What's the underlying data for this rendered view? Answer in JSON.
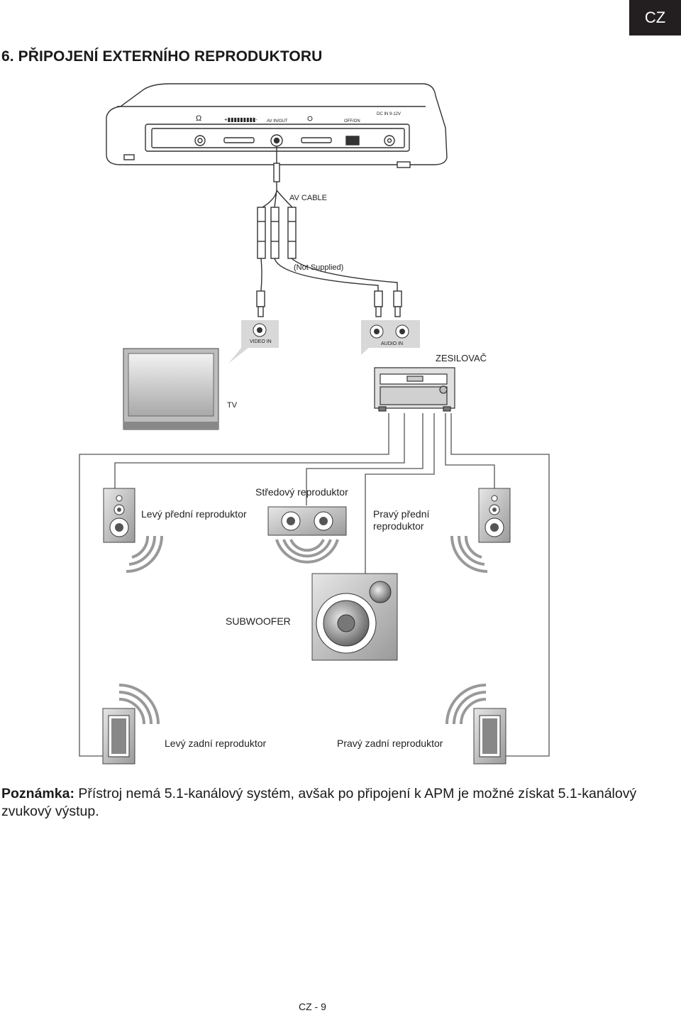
{
  "header": {
    "language_tab": "CZ",
    "title": "6. PŘIPOJENÍ EXTERNÍHO REPRODUKTORU"
  },
  "device_panel": {
    "headphone_symbol": "Ω",
    "volume_label": "+▮▮▮▮▮▮▮▮▮-",
    "av_label": "AV IN/OUT",
    "dc_label": "DC IN 9-12V",
    "switch_label": "OFF/ON"
  },
  "diagram_labels": {
    "av_cable": "AV CABLE",
    "not_supplied": "(Not Supplied)",
    "video_in": "VIDEO IN",
    "audio_in": "AUDIO IN",
    "amplifier": "ZESILOVAČ",
    "tv": "TV",
    "center_speaker": "Středový reproduktor",
    "front_left": "Levý přední reproduktor",
    "front_right_line1": "Pravý přední",
    "front_right_line2": "reproduktor",
    "subwoofer": "SUBWOOFER",
    "rear_left": "Levý zadní reproduktor",
    "rear_right": "Pravý zadní reproduktor"
  },
  "note": {
    "label": "Poznámka:",
    "text": " Přístroj nemá 5.1-kanálový systém, avšak po připojení k APM je možné získat 5.1-kanálový zvukový výstup."
  },
  "footer": {
    "page_number": "CZ - 9"
  },
  "colors": {
    "tab_bg": "#231f20",
    "line": "#555555",
    "panel": "#d9d9d9"
  }
}
